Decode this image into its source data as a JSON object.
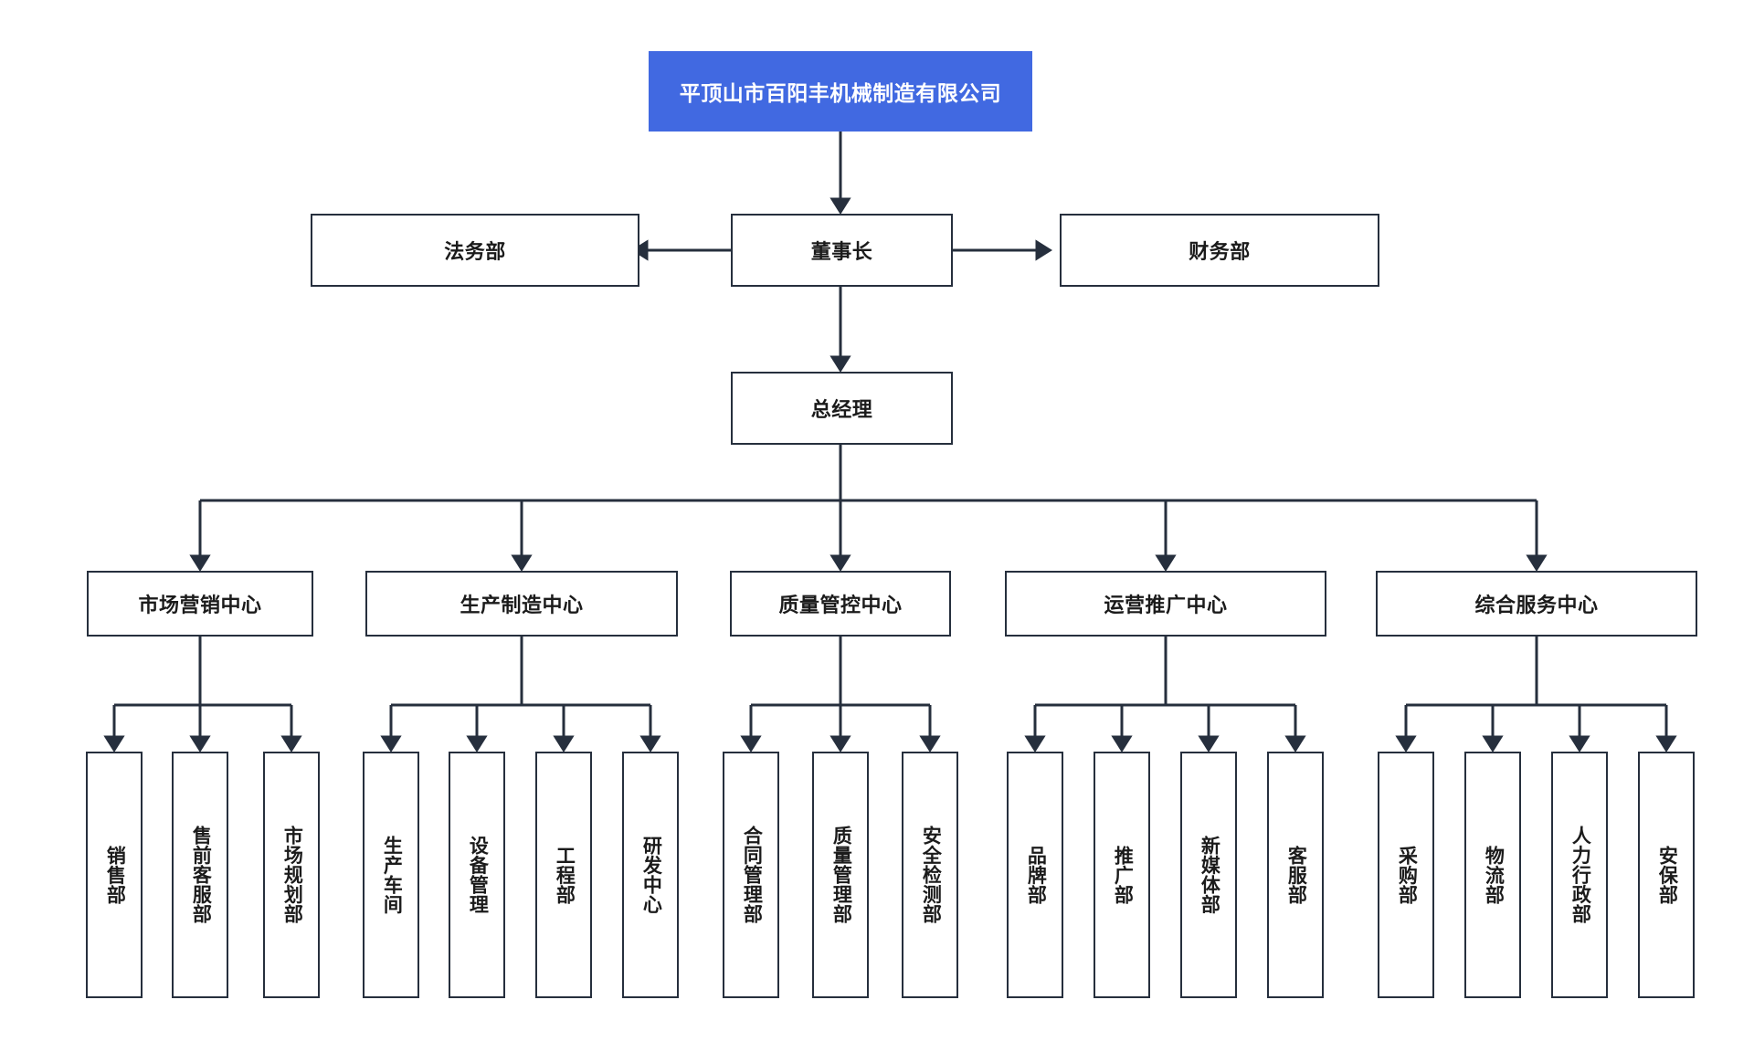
{
  "chart": {
    "type": "org-chart",
    "title": "平顶山市百阳丰机械制造有限公司",
    "accent_color": "#4169e1",
    "line_color": "#262f3d",
    "background": "#ffffff"
  },
  "root": {
    "label": "平顶山市百阳丰机械制造有限公司"
  },
  "executive": {
    "chairman": "董事长",
    "legal": "法务部",
    "finance": "财务部",
    "general_manager": "总经理"
  },
  "centers": [
    {
      "label": "市场营销中心",
      "children": [
        "销售部",
        "售前客服部",
        "市场规划部"
      ]
    },
    {
      "label": "生产制造中心",
      "children": [
        "生产车间",
        "设备管理",
        "工程部",
        "研发中心"
      ]
    },
    {
      "label": "质量管控中心",
      "children": [
        "合同管理部",
        "质量管理部",
        "安全检测部"
      ]
    },
    {
      "label": "运营推广中心",
      "children": [
        "品牌部",
        "推广部",
        "新媒体部",
        "客服部"
      ]
    },
    {
      "label": "综合服务中心",
      "children": [
        "采购部",
        "物流部",
        "人力行政部",
        "安保部"
      ]
    }
  ]
}
